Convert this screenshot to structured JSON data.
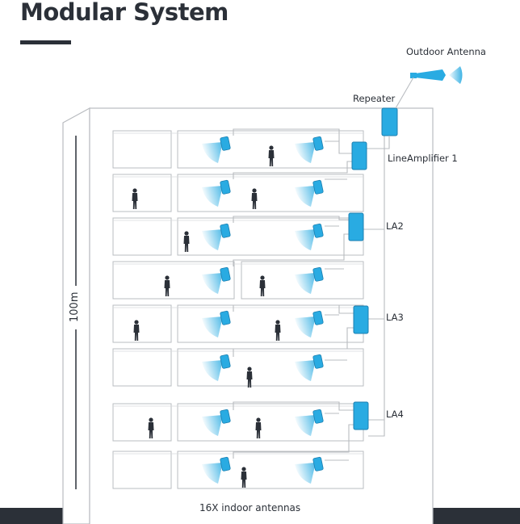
{
  "title": "Modular System",
  "labels": {
    "outdoor_antenna": "Outdoor Antenna",
    "repeater": "Repeater",
    "line_amplifier_1": "LineAmplifier 1",
    "la2": "LA2",
    "la3": "LA3",
    "la4": "LA4",
    "height": "100m",
    "indoor_antennas": "16X indoor antennas"
  },
  "colors": {
    "device": "#29abe2",
    "signal": "#8dd3f2",
    "dark": "#2b3038",
    "outline": "#b9bcc0"
  },
  "building": {
    "floors": 8,
    "indoor_antennas": 16,
    "line_amplifiers": 4
  }
}
